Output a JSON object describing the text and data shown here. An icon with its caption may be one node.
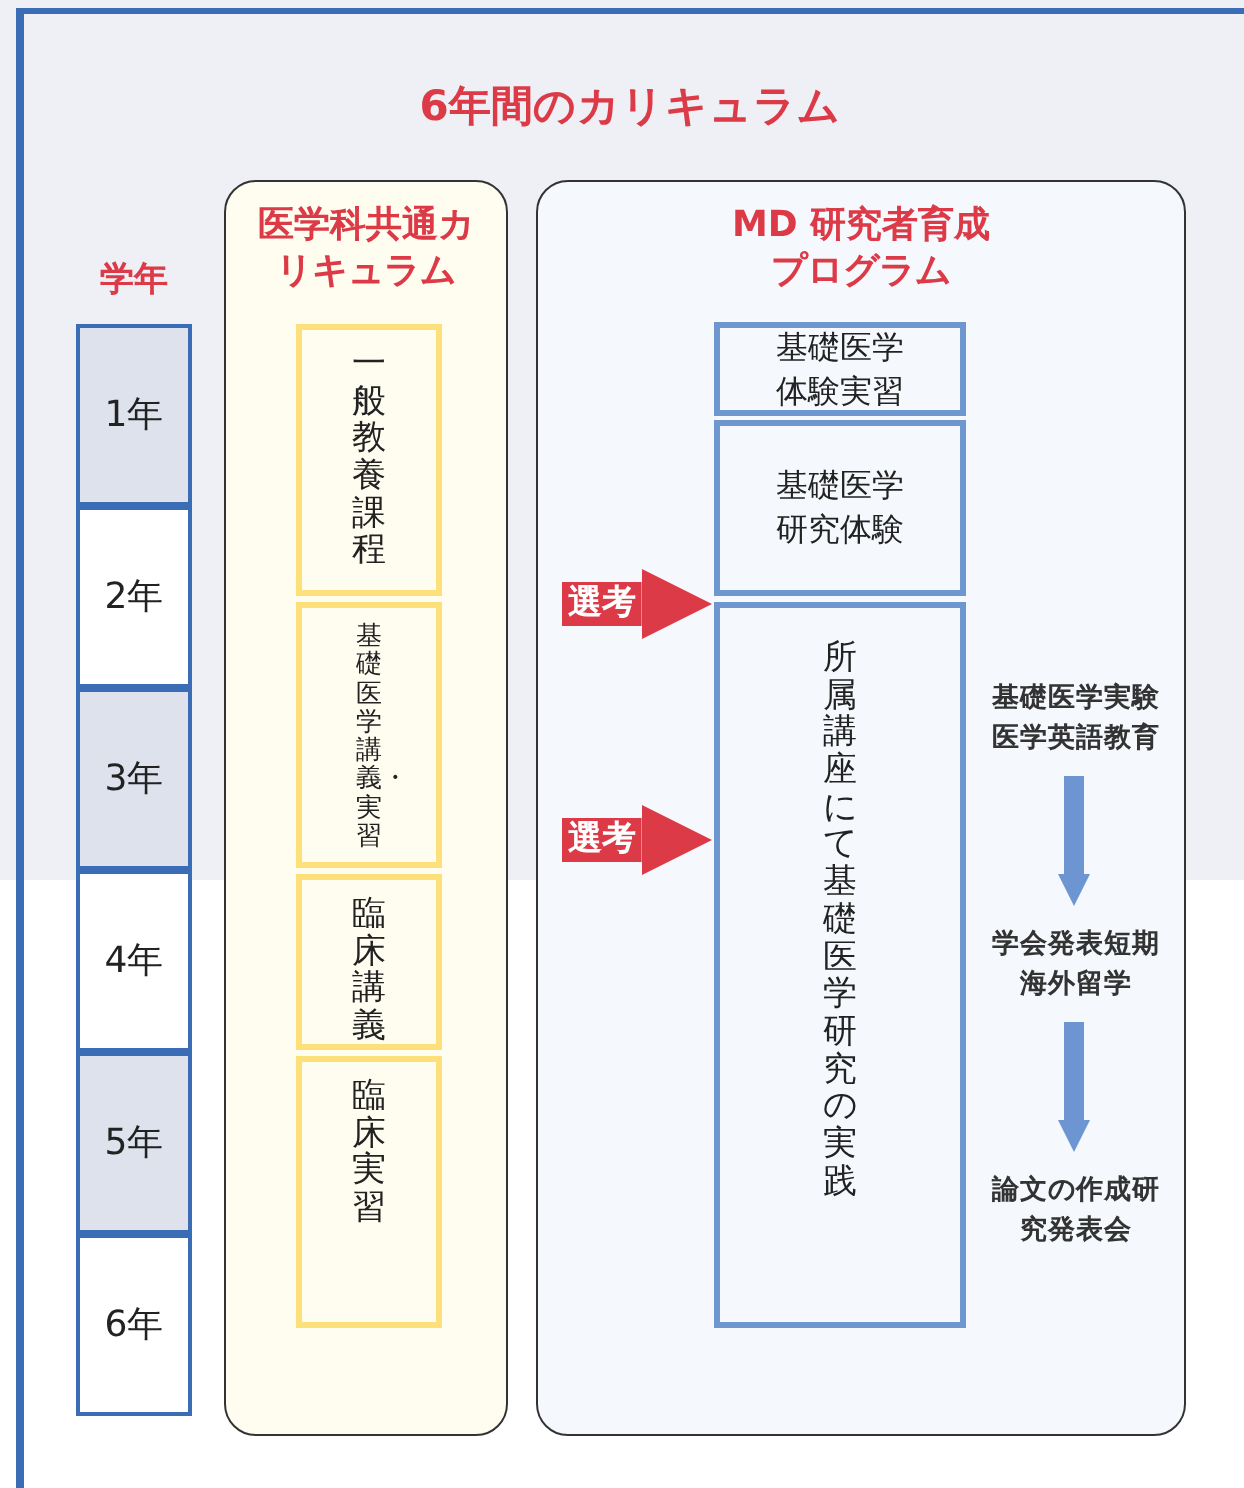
{
  "diagram": {
    "title": "6年間のカリキュラム",
    "nodes": [
      {
        "text": [
          "1年"
        ]
      },
      {
        "text": [
          "2年"
        ]
      },
      {
        "text": [
          "3年"
        ]
      },
      {
        "text": [
          "4年"
        ]
      },
      {
        "text": [
          "5年"
        ]
      },
      {
        "text": [
          "6年"
        ]
      },
      {
        "text": [
          "医学科共通カリキュラム"
        ]
      },
      {
        "text": [
          "一般教養課程"
        ],
        "in": 6
      },
      {
        "text": [
          "基礎医学講義・実習"
        ],
        "in": 6
      },
      {
        "text": [
          "臨床講義"
        ],
        "in": 6
      },
      {
        "text": [
          "臨床実習"
        ],
        "in": 6
      },
      {
        "text": [
          "MD 研究者育成プログラム"
        ]
      },
      {
        "text": [
          "基礎医学体験実習"
        ],
        "in": 11
      },
      {
        "text": [
          "基礎医学研究体験"
        ],
        "in": 11
      },
      {
        "text": [
          "所属講座にて基礎医学研究の実践"
        ],
        "in": 11
      },
      {
        "text": [
          "基礎医学実験医学英語教育"
        ],
        "in": 11
      },
      {
        "text": [
          "学会発表短期海外留学"
        ],
        "in": 11
      },
      {
        "text": [
          "論文の作成研究発表会"
        ],
        "in": 11
      }
    ],
    "edges": [
      {
        "from": null,
        "to": 14,
        "arrow": "to",
        "label": "選考",
        "style": "thick",
        "color": "#dc3a47"
      },
      {
        "from": null,
        "to": 14,
        "arrow": "to",
        "label": "選考",
        "style": "thick",
        "color": "#dc3a47"
      },
      {
        "from": 15,
        "to": 16,
        "arrow": "to",
        "color": "#6c95d2"
      },
      {
        "from": 16,
        "to": 17,
        "arrow": "to",
        "color": "#6c95d2"
      }
    ],
    "labels": [
      "学年"
    ]
  }
}
